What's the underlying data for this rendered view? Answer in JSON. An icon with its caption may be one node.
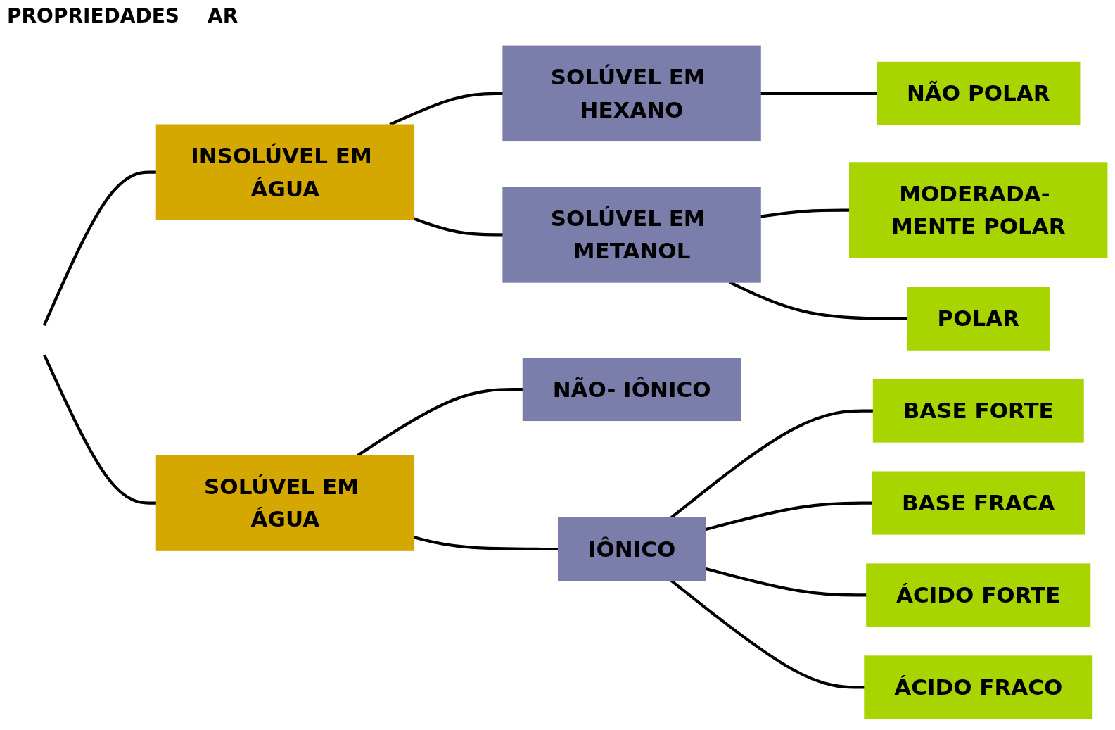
{
  "diagram": {
    "nodes": [
      {
        "text": [
          "INSOLÚVEL EM ÁGUA"
        ]
      },
      {
        "text": [
          "SOLÚVEL EM HEXANO"
        ]
      },
      {
        "text": [
          "NÃO POLAR"
        ]
      },
      {
        "text": [
          "SOLÚVEL EM METANOL"
        ]
      },
      {
        "text": [
          "MODERADA- MENTE POLAR"
        ]
      },
      {
        "text": [
          "POLAR"
        ]
      },
      {
        "text": [
          "SOLÚVEL EM ÁGUA"
        ]
      },
      {
        "text": [
          "NÃO- IÔNICO"
        ]
      },
      {
        "text": [
          "IÔNICO"
        ]
      },
      {
        "text": [
          "BASE FORTE"
        ]
      },
      {
        "text": [
          "BASE FRACA"
        ]
      },
      {
        "text": [
          "ÁCIDO FORTE"
        ]
      },
      {
        "text": [
          "ÁCIDO FRACO"
        ]
      }
    ],
    "edges": [
      {
        "from": null,
        "to": 0,
        "arrow": "none"
      },
      {
        "from": null,
        "to": 6,
        "arrow": "none"
      },
      {
        "from": 0,
        "to": 1,
        "arrow": "none"
      },
      {
        "from": 0,
        "to": 3,
        "arrow": "none"
      },
      {
        "from": 1,
        "to": 2,
        "arrow": "none"
      },
      {
        "from": 3,
        "to": 4,
        "arrow": "none"
      },
      {
        "from": 3,
        "to": 5,
        "arrow": "none"
      },
      {
        "from": 6,
        "to": 7,
        "arrow": "none"
      },
      {
        "from": 6,
        "to": 8,
        "arrow": "none"
      },
      {
        "from": 8,
        "to": 9,
        "arrow": "none"
      },
      {
        "from": 8,
        "to": 10,
        "arrow": "none"
      },
      {
        "from": 8,
        "to": 11,
        "arrow": "none"
      },
      {
        "from": 8,
        "to": 12,
        "arrow": "none"
      }
    ],
    "labels": [
      "PROPRIEDADES",
      "AR"
    ]
  }
}
